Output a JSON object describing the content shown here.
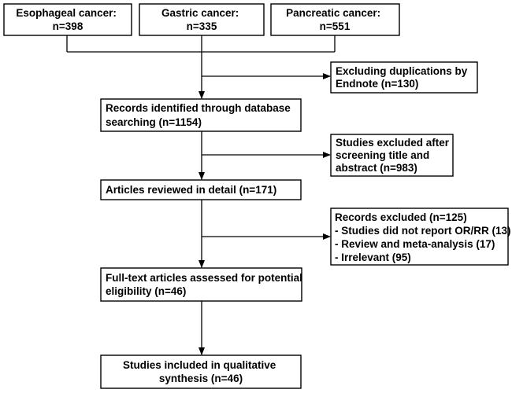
{
  "boxes": {
    "esophageal": [
      "Esophageal cancer:",
      "n=398"
    ],
    "gastric": [
      "Gastric cancer:",
      "n=335"
    ],
    "pancreatic": [
      "Pancreatic cancer:",
      "n=551"
    ],
    "duplications": [
      "Excluding duplications by",
      "Endnote (n=130)"
    ],
    "identified": [
      "Records identified through database",
      "searching (n=1154)"
    ],
    "screening": [
      "Studies excluded after",
      "screening title and",
      "abstract (n=983)"
    ],
    "reviewed": [
      "Articles reviewed in detail (n=171)"
    ],
    "records_excluded": [
      "Records excluded (n=125)",
      "- Studies did not report OR/RR (13)",
      "- Review and meta-analysis (17)",
      "- Irrelevant (95)"
    ],
    "fulltext": [
      "Full-text articles assessed for potential",
      "eligibility (n=46)"
    ],
    "included": [
      "Studies included in qualitative",
      "synthesis (n=46)"
    ]
  },
  "colors": {
    "line": "#000000",
    "background": "#ffffff"
  }
}
